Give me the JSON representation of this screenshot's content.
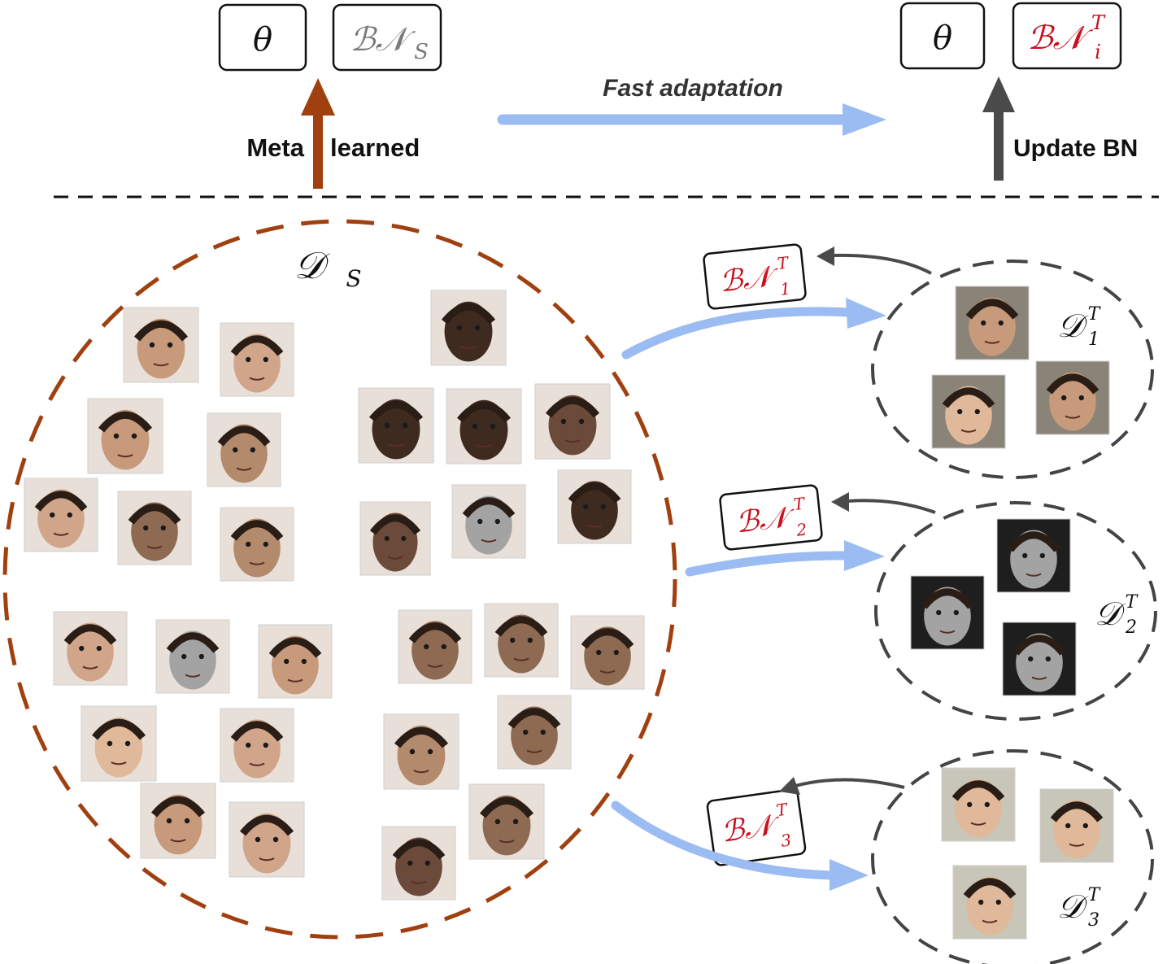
{
  "top": {
    "theta_source": "θ",
    "bn_source": {
      "base": "ℬ𝒩",
      "sub": "S"
    },
    "theta_target": "θ",
    "bn_target": {
      "base": "ℬ𝒩",
      "sup": "T",
      "sub": "i"
    },
    "fast_adaptation": "Fast adaptation",
    "meta": "Meta",
    "learned": "learned",
    "update_bn": "Update BN"
  },
  "source_domain": {
    "base": "𝒟",
    "sub": "S"
  },
  "targets": [
    {
      "bn": {
        "base": "ℬ𝒩",
        "sup": "T",
        "sub": "1"
      },
      "domain": {
        "base": "𝒟",
        "sup": "T",
        "sub": "1"
      }
    },
    {
      "bn": {
        "base": "ℬ𝒩",
        "sup": "T",
        "sub": "2"
      },
      "domain": {
        "base": "𝒟",
        "sup": "T",
        "sub": "2"
      }
    },
    {
      "bn": {
        "base": "ℬ𝒩",
        "sup": "T",
        "sub": "3"
      },
      "domain": {
        "base": "𝒟",
        "sup": "T",
        "sub": "3"
      }
    }
  ],
  "colors": {
    "meta_arrow": "#a0400f",
    "update_arrow": "#4a4a4a",
    "fast_arrow": "#9bbcf2",
    "source_circle": "#a0400f",
    "target_circle": "#444444",
    "bn_target_text": "#c8101e",
    "bn_source_text": "#7a7a7a"
  },
  "face_tones": [
    "#c79a7b",
    "#b48a6d",
    "#6b4a3a",
    "#3f2a20",
    "#8e6a52",
    "#d1a58a",
    "#a3a3a3",
    "#e0b89a"
  ]
}
